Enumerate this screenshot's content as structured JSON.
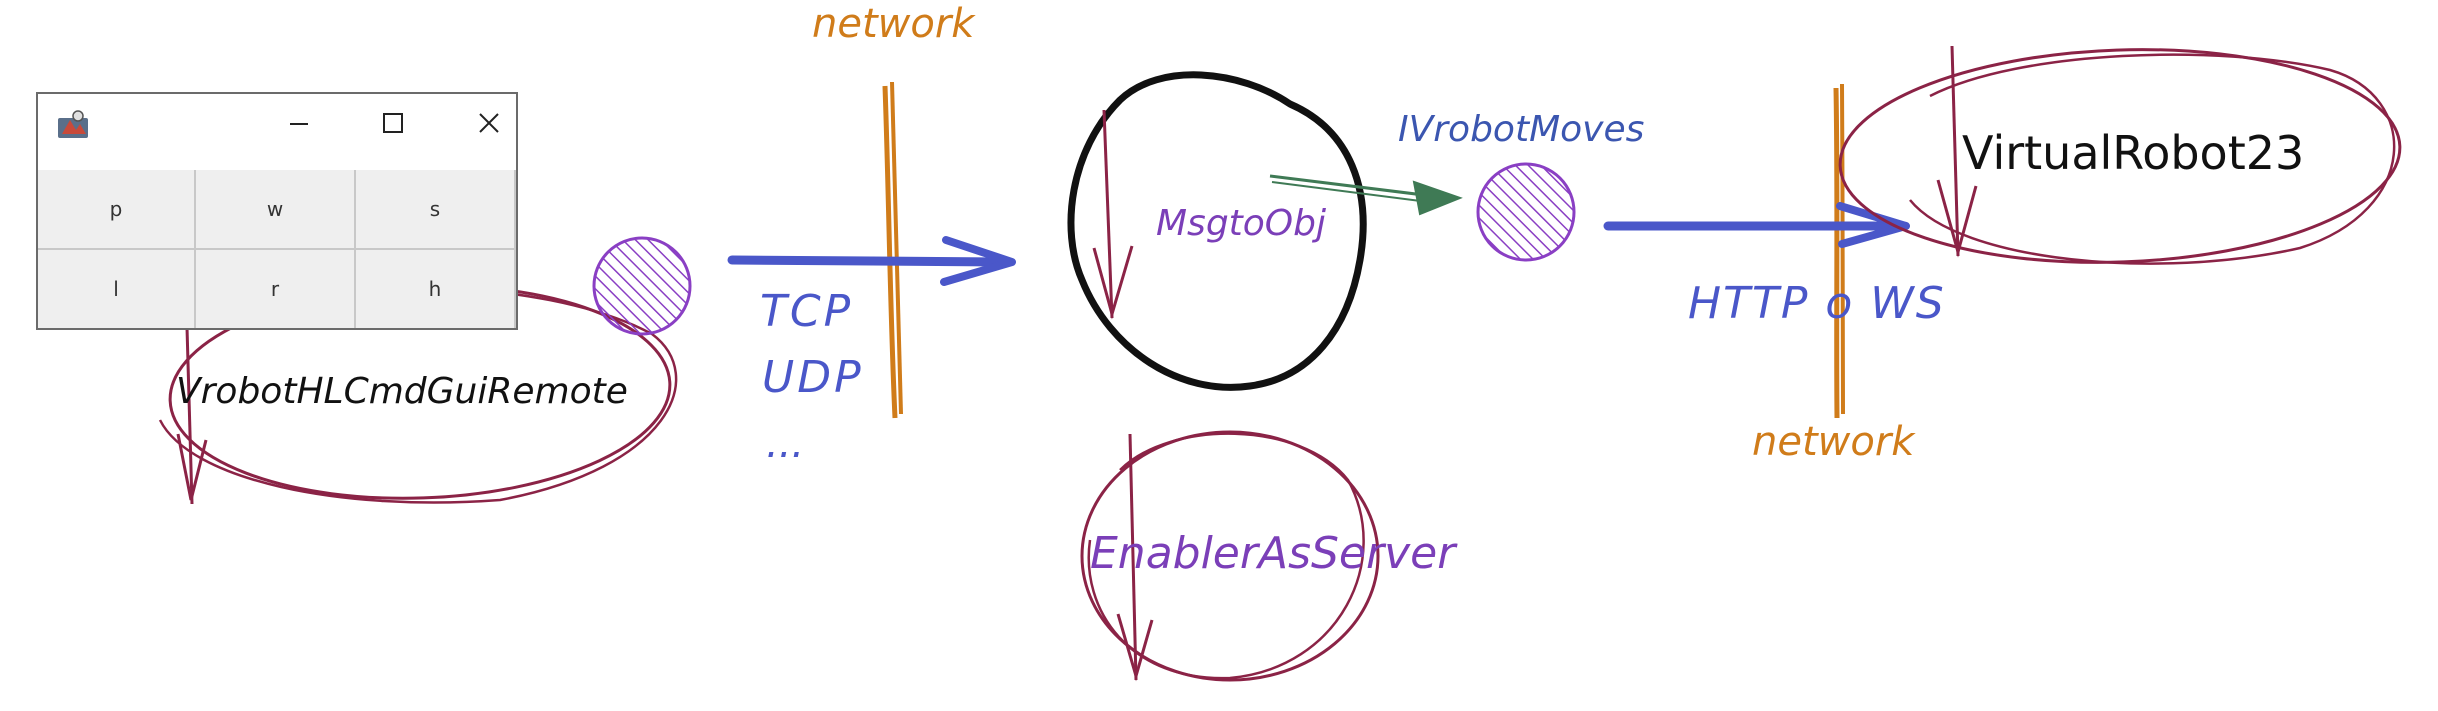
{
  "gui_window": {
    "buttons": [
      "p",
      "w",
      "s",
      "l",
      "r",
      "h"
    ],
    "icons": [
      "java-app-icon",
      "minimize-icon",
      "maximize-icon",
      "close-icon"
    ]
  },
  "labels": {
    "network_top": "network",
    "network_bottom": "network",
    "gui_remote": "VrobotHLCmdGuiRemote",
    "tcp": "TCP",
    "udp": "UDP",
    "ellipsis": "...",
    "msg_to_obj": "MsgtoObj",
    "ivrobot_moves": "IVrobotMoves",
    "enabler": "EnablerAsServer",
    "http_ws": "HTTP o WS",
    "virtual_robot": "VirtualRobot23"
  },
  "colors": {
    "network": "#d07c1a",
    "arrow_blue": "#4a57c9",
    "ellipse": "#8b2346",
    "hatch": "#8a3fc4",
    "interface_arrow": "#3f7a55",
    "label_purple": "#7b3fb8",
    "label_blue": "#3b56b0",
    "text_black": "#111111"
  }
}
